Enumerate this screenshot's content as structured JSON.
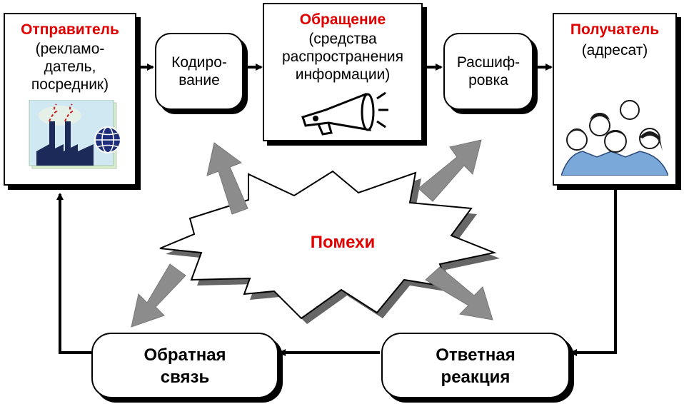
{
  "sender": {
    "title": "Отправитель",
    "text": "(рекламо-\nдатель,\nпосредник)"
  },
  "encoding": {
    "text": "Кодиро-\nвание"
  },
  "message": {
    "title": "Обращение",
    "text": "(средства\nраспространения\nинформации)"
  },
  "decoding": {
    "text": "Расшиф-\nровка"
  },
  "receiver": {
    "title": "Получатель",
    "text": "(адресат)"
  },
  "noise": {
    "text": "Помехи"
  },
  "response": {
    "text": "Ответная\nреакция"
  },
  "feedback": {
    "text": "Обратная\nсвязь"
  },
  "colors": {
    "accent": "#e00000",
    "arrow_gray": "#8c8c8c",
    "line": "#000000",
    "people_blue": "#7aa8d8"
  }
}
